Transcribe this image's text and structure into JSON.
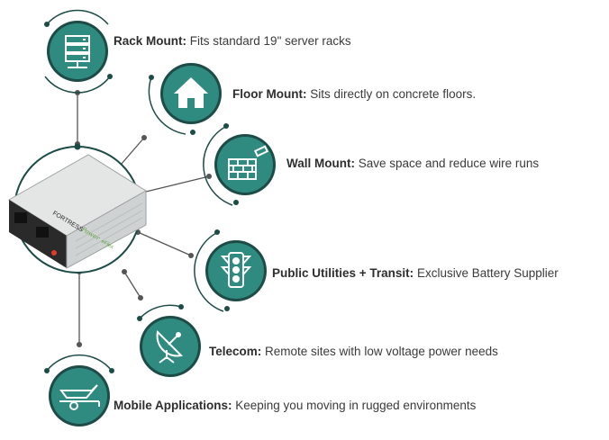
{
  "colors": {
    "teal": "#2f8a80",
    "dark_teal": "#1d4c47",
    "connector": "#555555",
    "text": "#3a3a3a"
  },
  "product": {
    "brand_text": "FORTRESS",
    "brand_script": "Power",
    "model_text": "eFlex"
  },
  "items": [
    {
      "icon": "server-rack-icon",
      "title": "Rack Mount:",
      "desc": "Fits standard 19\" server racks"
    },
    {
      "icon": "house-icon",
      "title": "Floor Mount:",
      "desc": "Sits directly on concrete floors."
    },
    {
      "icon": "brick-wall-icon",
      "title": "Wall Mount:",
      "desc": "Save space and reduce wire runs"
    },
    {
      "icon": "traffic-light-icon",
      "title": "Public Utilities + Transit:",
      "desc": "Exclusive Battery Supplier"
    },
    {
      "icon": "satellite-dish-icon",
      "title": "Telecom:",
      "desc": "Remote sites with low voltage power needs"
    },
    {
      "icon": "boat-trailer-icon",
      "title": "Mobile Applications:",
      "desc": "Keeping you moving in rugged environments"
    }
  ]
}
